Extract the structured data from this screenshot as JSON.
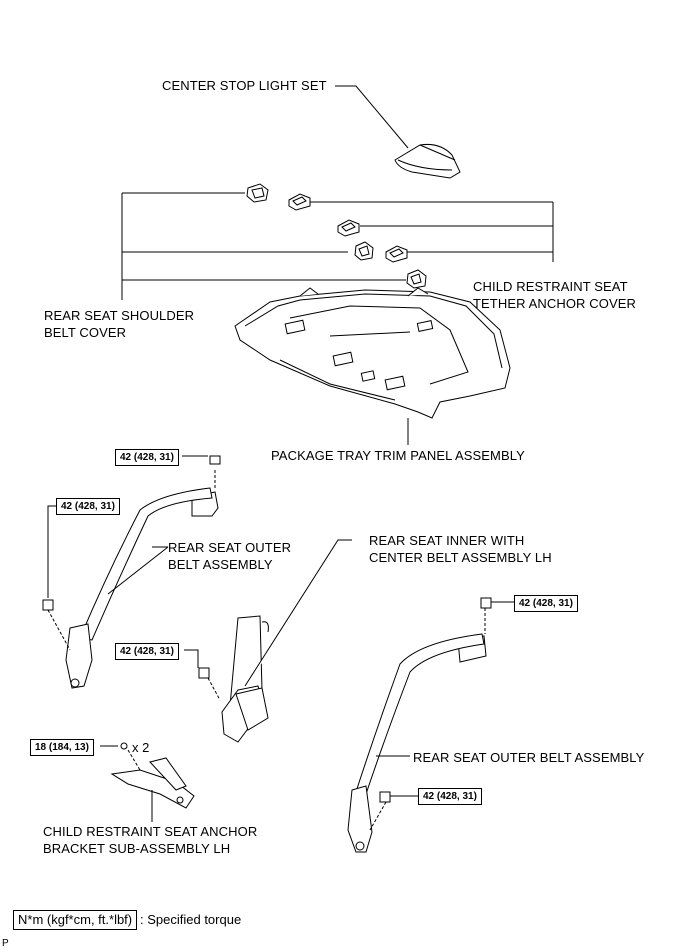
{
  "labels": {
    "center_stop_light": "CENTER STOP LIGHT SET",
    "child_cover_1": "CHILD RESTRAINT SEAT",
    "child_cover_2": "TETHER ANCHOR COVER",
    "shoulder_cover_1": "REAR SEAT SHOULDER",
    "shoulder_cover_2": "BELT COVER",
    "package_tray": "PACKAGE TRAY TRIM PANEL ASSEMBLY",
    "outer_belt_left_1": "REAR SEAT OUTER",
    "outer_belt_left_2": "BELT ASSEMBLY",
    "inner_belt_1": "REAR SEAT INNER WITH",
    "inner_belt_2": "CENTER BELT ASSEMBLY LH",
    "outer_belt_right": "REAR SEAT OUTER BELT ASSEMBLY",
    "anchor_bracket_1": "CHILD RESTRAINT SEAT ANCHOR",
    "anchor_bracket_2": "BRACKET SUB-ASSEMBLY LH"
  },
  "torques": {
    "t1": "42 (428, 31)",
    "t2": "42 (428, 31)",
    "t3": "42 (428, 31)",
    "t4": "42 (428, 31)",
    "t5": "42 (428, 31)",
    "t6": "18 (184, 13)"
  },
  "quantity": "x 2",
  "legend": {
    "box": "N*m (kgf*cm, ft.*lbf)",
    "text": ": Specified torque"
  },
  "footer": "P"
}
